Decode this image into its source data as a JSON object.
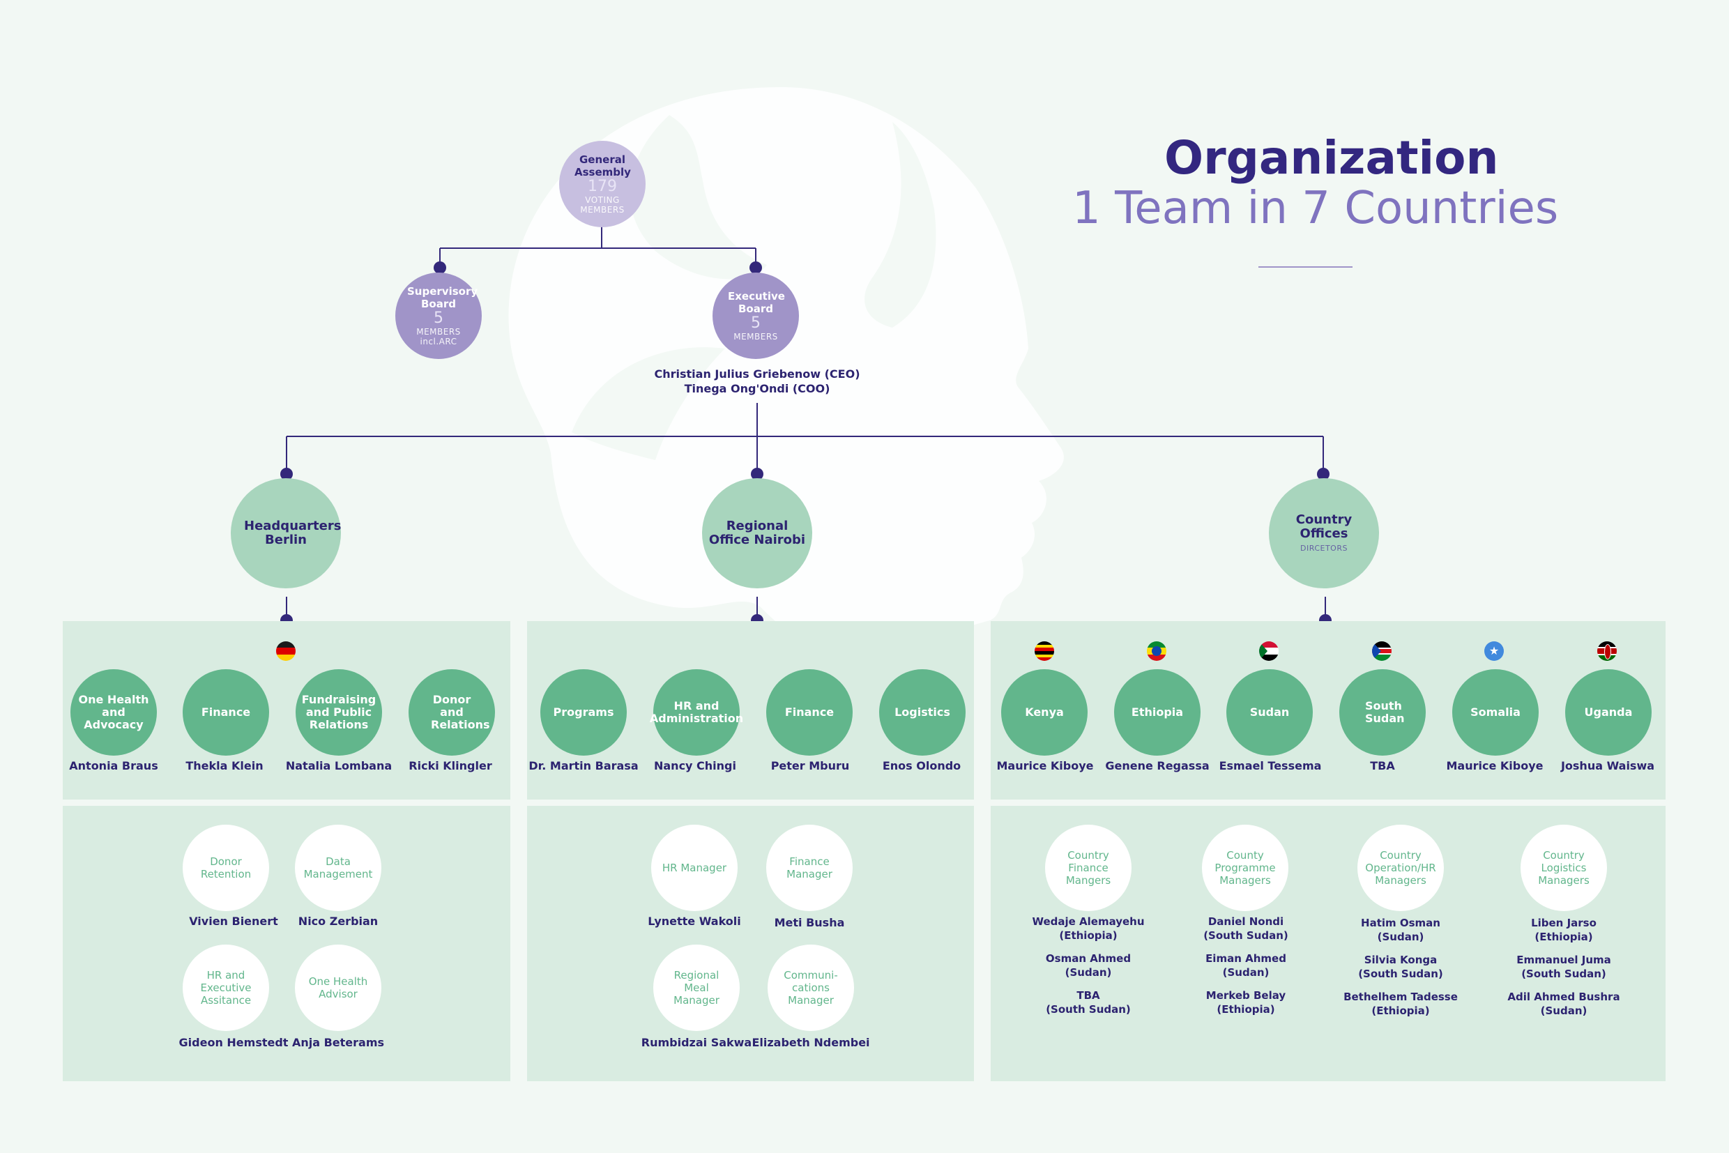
{
  "title": {
    "main": "Organization",
    "sub": "1 Team in 7 Countries"
  },
  "general_assembly": {
    "label": "General Assembly",
    "number": "179",
    "sub": "VOTING MEMBERS"
  },
  "supervisory_board": {
    "label": "Supervisory Board",
    "number": "5",
    "sub": "MEMBERS",
    "sub2": "incl.ARC"
  },
  "executive_board": {
    "label": "Executive Board",
    "number": "5",
    "sub": "MEMBERS",
    "people": [
      "Christian Julius Griebenow (CEO)",
      "Tinega Ong'Ondi (COO)"
    ]
  },
  "offices": {
    "hq": {
      "label": "Headquarters Berlin"
    },
    "regional": {
      "label": "Regional Office Nairobi"
    },
    "country": {
      "label": "Country Offices",
      "sub": "DIRCETORS"
    }
  },
  "hq_depts": [
    {
      "label": "One Health and Advocacy",
      "person": "Antonia Braus"
    },
    {
      "label": "Finance",
      "person": "Thekla Klein"
    },
    {
      "label": "Fundraising and Public Relations",
      "person": "Natalia Lombana"
    },
    {
      "label": "Donor and Relations",
      "person": "Ricki Klingler"
    }
  ],
  "hq_sub": [
    {
      "label": "Donor Retention",
      "person": "Vivien Bienert"
    },
    {
      "label": "Data Management",
      "person": "Nico Zerbian"
    },
    {
      "label": "HR and Executive Assitance",
      "person": "Gideon Hemstedt"
    },
    {
      "label": "One Health Advisor",
      "person": "Anja Beterams"
    }
  ],
  "ro_depts": [
    {
      "label": "Programs",
      "person": "Dr. Martin Barasa"
    },
    {
      "label": "HR and Administration",
      "person": "Nancy Chingi"
    },
    {
      "label": "Finance",
      "person": "Peter Mburu"
    },
    {
      "label": "Logistics",
      "person": "Enos Olondo"
    }
  ],
  "ro_sub": [
    {
      "label": "HR Manager",
      "person": "Lynette Wakoli"
    },
    {
      "label": "Finance Manager",
      "person": "Meti Busha"
    },
    {
      "label": "Regional Meal Manager",
      "person": "Rumbidzai Sakwa"
    },
    {
      "label": "Communi-cations Manager",
      "person": "Elizabeth Ndembei"
    }
  ],
  "countries": [
    {
      "label": "Kenya",
      "person": "Maurice Kiboye",
      "flag": "uganda-flag-icon"
    },
    {
      "label": "Ethiopia",
      "person": "Genene Regassa",
      "flag": "ethiopia-flag-icon"
    },
    {
      "label": "Sudan",
      "person": "Esmael Tessema",
      "flag": "sudan-flag-icon"
    },
    {
      "label": "South Sudan",
      "person": "TBA",
      "flag": "south-sudan-flag-icon"
    },
    {
      "label": "Somalia",
      "person": "Maurice Kiboye",
      "flag": "somalia-flag-icon"
    },
    {
      "label": "Uganda",
      "person": "Joshua Waiswa",
      "flag": "kenya-flag-icon"
    }
  ],
  "country_sub": [
    {
      "label": "Country Finance Mangers",
      "people": [
        "Wedaje Alemayehu",
        "(Ethiopia)",
        "Osman Ahmed",
        "(Sudan)",
        "TBA",
        "(South Sudan)"
      ]
    },
    {
      "label": "County Programme Managers",
      "people": [
        "Daniel Nondi",
        "(South Sudan)",
        "Eiman Ahmed",
        "(Sudan)",
        "Merkeb Belay",
        "(Ethiopia)"
      ]
    },
    {
      "label": "Country Operation/HR Managers",
      "people": [
        "Hatim Osman",
        "(Sudan)",
        "Silvia Konga",
        "(South Sudan)",
        "Bethelhem Tadesse",
        "(Ethiopia)"
      ]
    },
    {
      "label": "Country Logistics Managers",
      "people": [
        "Liben Jarso",
        "(Ethiopia)",
        "Emmanuel Juma",
        "(South Sudan)",
        "Adil Ahmed Bushra",
        "(Sudan)"
      ]
    }
  ],
  "colors": {
    "purple": "#a094c8",
    "lilac": "#c7bfe0",
    "mint": "#a8d5bd",
    "green": "#62b68c",
    "navy": "#33287a",
    "panel": "#d9ece1"
  }
}
